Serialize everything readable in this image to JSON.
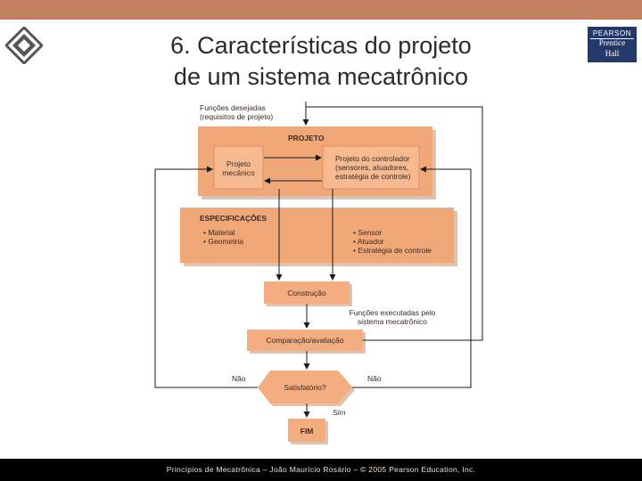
{
  "title": {
    "line1": "6. Características do projeto",
    "line2": "de um sistema mecatrônico"
  },
  "publisher_logo": {
    "brand": "PEARSON",
    "line1": "Prentice",
    "line2": "Hall"
  },
  "footer": "Princípios de Mecatrônica – João Maurício Rosário – © 2005 Pearson Education, Inc.",
  "diagram": {
    "input_label": {
      "line1": "Funções desejadas",
      "line2": "(requisitos de projeto)"
    },
    "projeto": {
      "header": "PROJETO",
      "mecanico": {
        "line1": "Projeto",
        "line2": "mecânico"
      },
      "controlador": {
        "line1": "Projeto do controlador",
        "line2": "(sensores, atuadores,",
        "line3": "estratégia de controle)"
      }
    },
    "especificacoes": {
      "header": "ESPECIFICAÇÕES",
      "left_items": [
        "• Material",
        "• Geometria"
      ],
      "right_items": [
        "• Sensor",
        "• Atuador",
        "• Estratégia de controle"
      ]
    },
    "construcao": "Construção",
    "funcoes_executadas": {
      "line1": "Funções executadas pelo",
      "line2": "sistema mecatrônico"
    },
    "comparacao": "Comparação/avaliação",
    "decision": "Satisfatório?",
    "nao_left": "Não",
    "nao_right": "Não",
    "sim": "Sim",
    "fim": "FIM"
  },
  "colors": {
    "box_fill": "#f0a878",
    "box_light": "#fbd2b0",
    "box_shadow": "#d9c5b8",
    "topbar": "#c28060",
    "logo_blue": "#24396a"
  }
}
